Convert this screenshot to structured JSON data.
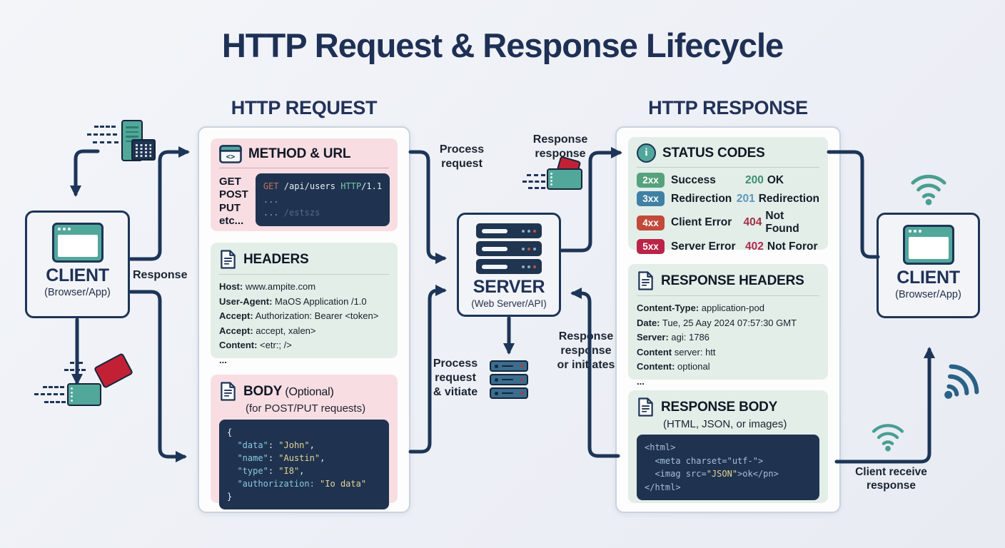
{
  "title": {
    "main": "HTTP Request & Response",
    "tail": " Lifecycle"
  },
  "columns": {
    "request": "HTTP REQUEST",
    "response": "HTTP RESPONSE"
  },
  "nodes": {
    "client_left": {
      "title": "CLIENT",
      "subtitle": "(Browser/App)"
    },
    "server": {
      "title": "SERVER",
      "subtitle": "(Web Server/API)"
    },
    "client_right": {
      "title": "CLIENT",
      "subtitle": "(Browser/App)"
    }
  },
  "labels": {
    "response_left": "Response",
    "process_request": "Process\nrequest",
    "response_response": "Response\nresponse",
    "process_vitiate": "Process\nrequest\n& vitiate",
    "response_initiates": "Response\nresponse\nor initiates",
    "client_receive": "Client receive\nresponse"
  },
  "icons": {
    "info_glyph": "i",
    "code_glyph": "<>"
  },
  "request_panel": {
    "method_url": {
      "title": "METHOD & URL",
      "methods": "GET\nPOST\nPUT\netc...",
      "code_lines": [
        [
          {
            "t": "GET",
            "c": "red"
          },
          {
            "t": " /api/users ",
            "c": "plain"
          },
          {
            "t": "HTTP",
            "c": "teal"
          },
          {
            "t": "/1.1",
            "c": "plain"
          }
        ],
        [
          {
            "t": "...",
            "c": "dim"
          }
        ],
        [
          {
            "t": "... ",
            "c": "dim"
          },
          {
            "t": "/estszs",
            "c": "faint"
          }
        ]
      ]
    },
    "headers": {
      "title": "HEADERS",
      "lines": [
        {
          "label": "Host:",
          "value": " www.ampite.com"
        },
        {
          "label": "User-Agent:",
          "value": " MaOS Application /1.0"
        },
        {
          "label": "Accept:",
          "value": " Authorization: Bearer <token>"
        },
        {
          "label": "Accept:",
          "value": " accept, xalen>"
        },
        {
          "label": "Content:",
          "value": " <etr:; />"
        },
        {
          "label": "...",
          "value": ""
        }
      ]
    },
    "body": {
      "title": "BODY",
      "title_suffix": " (Optional)",
      "subtitle": "(for POST/PUT requests)",
      "code_lines": [
        [
          {
            "t": "{",
            "c": "plain"
          }
        ],
        [
          {
            "t": "  ",
            "c": "plain"
          },
          {
            "t": "\"data\"",
            "c": "key"
          },
          {
            "t": ": ",
            "c": "plain"
          },
          {
            "t": "\"John\"",
            "c": "str"
          },
          {
            "t": ",",
            "c": "plain"
          }
        ],
        [
          {
            "t": "  ",
            "c": "plain"
          },
          {
            "t": "\"name\"",
            "c": "key"
          },
          {
            "t": ": ",
            "c": "plain"
          },
          {
            "t": "\"Austin\"",
            "c": "str"
          },
          {
            "t": ",",
            "c": "plain"
          }
        ],
        [
          {
            "t": "  ",
            "c": "plain"
          },
          {
            "t": "\"type\"",
            "c": "key"
          },
          {
            "t": ": ",
            "c": "plain"
          },
          {
            "t": "\"I8\"",
            "c": "str"
          },
          {
            "t": ",",
            "c": "plain"
          }
        ],
        [
          {
            "t": "  ",
            "c": "plain"
          },
          {
            "t": "\"authorization: ",
            "c": "key"
          },
          {
            "t": "\"Io data\"",
            "c": "str"
          }
        ],
        [
          {
            "t": "}",
            "c": "plain"
          }
        ]
      ]
    }
  },
  "response_panel": {
    "status_codes": {
      "title": "STATUS CODES",
      "rows": [
        {
          "badge": "2xx",
          "badge_color": "#55a27c",
          "label": "Success",
          "code": "200",
          "code_color": "#3e8f70",
          "text": "OK"
        },
        {
          "badge": "3xx",
          "badge_color": "#3f81a5",
          "label": "Redirection",
          "code": "201",
          "code_color": "#5e97ba",
          "text": "Redirection"
        },
        {
          "badge": "4xx",
          "badge_color": "#c24a3a",
          "label": "Client Error",
          "code": "404",
          "code_color": "#a33048",
          "text": "Not Found"
        },
        {
          "badge": "5xx",
          "badge_color": "#ba2448",
          "label": "Server Error",
          "code": "402",
          "code_color": "#b02a4e",
          "text": "Not Foror"
        }
      ]
    },
    "response_headers": {
      "title": "RESPONSE HEADERS",
      "lines": [
        {
          "label": "Content-Type:",
          "value": " application-pod"
        },
        {
          "label": "Date:",
          "value": " Tue, 25 Aay 2024 07:57:30 GMT"
        },
        {
          "label": "Server:",
          "value": " agi: 1786"
        },
        {
          "label": "Content",
          "value": " server: htt"
        },
        {
          "label": "Content:",
          "value": " optional"
        },
        {
          "label": "...",
          "value": ""
        }
      ]
    },
    "response_body": {
      "title": "RESPONSE BODY",
      "subtitle": "(HTML, JSON, or images)",
      "code_lines": [
        [
          {
            "t": "<html>",
            "c": "tag"
          }
        ],
        [
          {
            "t": "  <meta charset=\"utf-\">",
            "c": "tag"
          }
        ],
        [
          {
            "t": "  <imag src=",
            "c": "tag"
          },
          {
            "t": "\"JSON\"",
            "c": "str"
          },
          {
            "t": ">ok</pn>",
            "c": "tag"
          }
        ],
        [
          {
            "t": "</html>",
            "c": "tag"
          }
        ]
      ]
    }
  }
}
